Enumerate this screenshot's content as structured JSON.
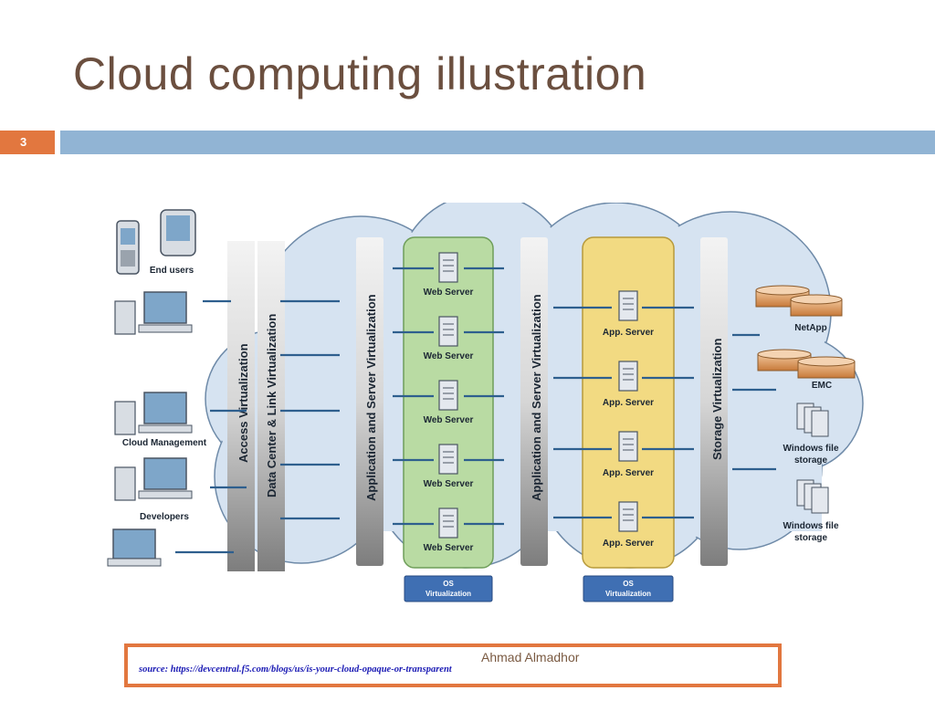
{
  "slide": {
    "title": "Cloud computing illustration",
    "number": "3",
    "author": "Ahmad Almadhor",
    "source": "source: https://devcentral.f5.com/blogs/us/is-your-cloud-opaque-or-transparent"
  },
  "diagram": {
    "left_labels": {
      "end_users": "End users",
      "cloud_management": "Cloud Management",
      "developers": "Developers"
    },
    "layers": {
      "access": "Access Virtualization",
      "datacenter": "Data Center & Link Virtualization",
      "app_server_1": "Application and Server Virtualization",
      "app_server_2": "Application and Server Virtualization",
      "storage": "Storage Virtualization"
    },
    "web_servers": [
      "Web Server",
      "Web Server",
      "Web Server",
      "Web Server",
      "Web Server"
    ],
    "app_servers": [
      "App. Server",
      "App. Server",
      "App. Server",
      "App. Server"
    ],
    "os_virtualization": [
      "OS",
      "Virtualization",
      "OS",
      "Virtualization"
    ],
    "storage": {
      "netapp": "NetApp",
      "emc": "EMC",
      "windows_file_1a": "Windows file",
      "windows_file_1b": "storage",
      "windows_file_2a": "Windows file",
      "windows_file_2b": "storage"
    }
  },
  "colors": {
    "accent_orange": "#e2773f",
    "bar_blue": "#91b4d4",
    "title_brown": "#6b4f3f",
    "web_tier_green": "#b9dba3",
    "app_tier_yellow": "#f2da82"
  }
}
